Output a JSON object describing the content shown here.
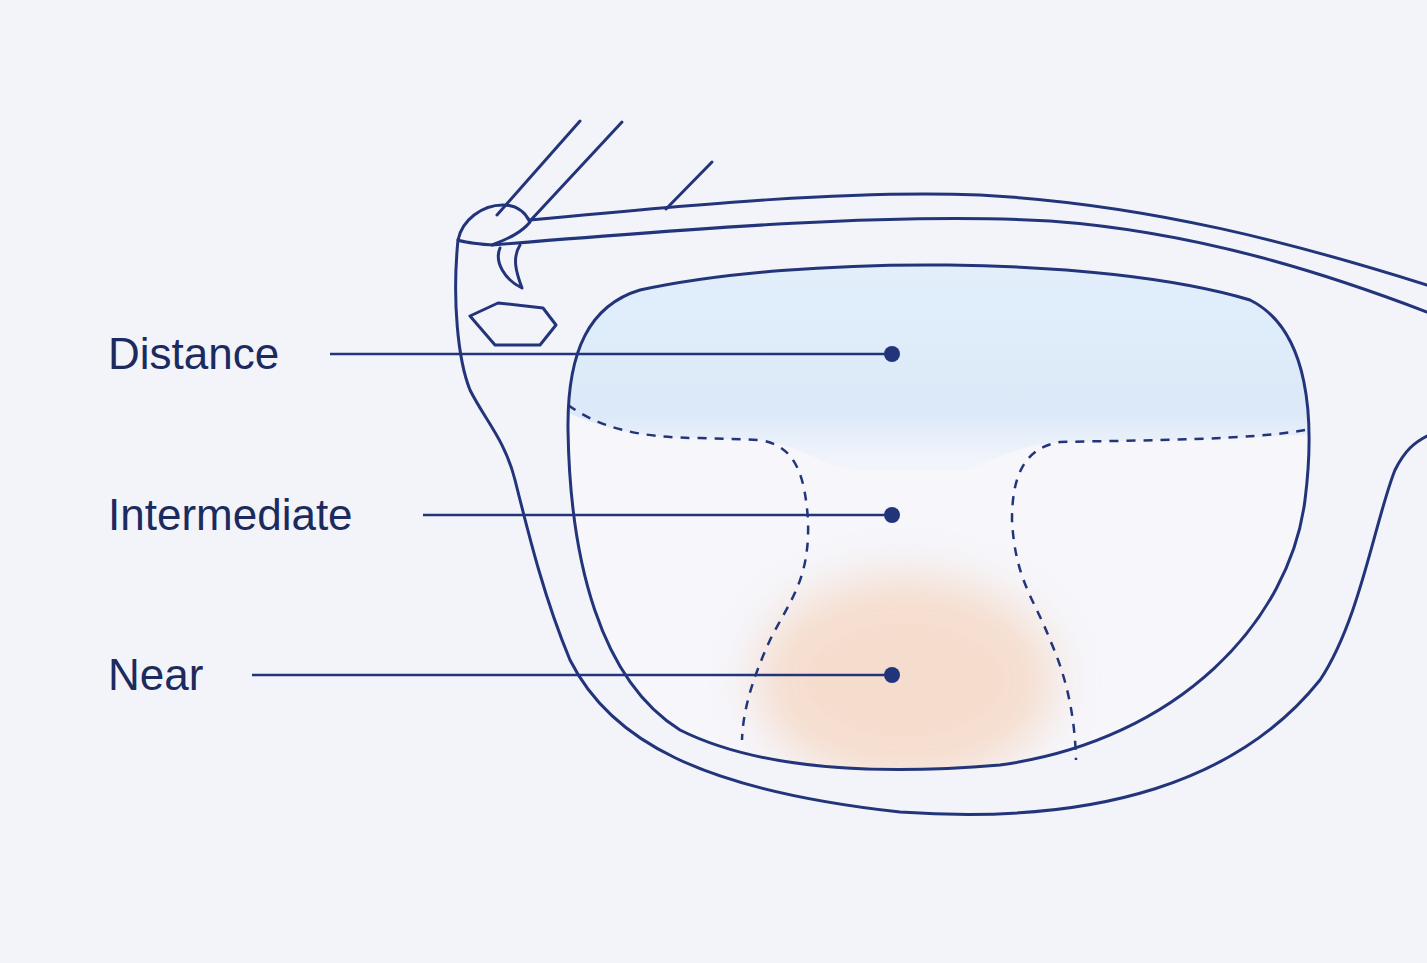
{
  "diagram": {
    "labels": [
      "Distance",
      "Intermediate",
      "Near"
    ]
  }
}
